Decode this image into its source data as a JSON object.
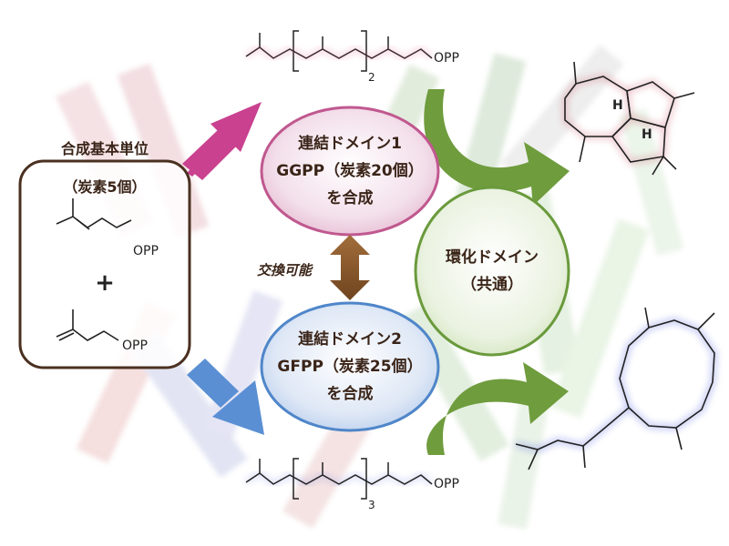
{
  "left_box": {
    "title_line1": "合成基本単位",
    "title_line2": "（炭素5個）",
    "opp_top": "OPP",
    "plus": "+",
    "opp_bottom": "OPP"
  },
  "domain1": {
    "line1": "連結ドメイン1",
    "line2": "GGPP（炭素20個）",
    "line3": "を合成",
    "color": "#c0588f"
  },
  "domain2": {
    "line1": "連結ドメイン2",
    "line2": "GFPP（炭素25個）",
    "line3": "を合成",
    "color": "#4f86c9"
  },
  "cyclization_domain": {
    "line1": "環化ドメイン",
    "line2": "（共通）",
    "color": "#6a9a3c"
  },
  "exchange_label": "交換可能",
  "ggpp_structure": {
    "opp": "OPP",
    "repeat": "2"
  },
  "gfpp_structure": {
    "opp": "OPP",
    "repeat": "3"
  },
  "product_top": {
    "h1": "H",
    "h2": "H"
  },
  "colors": {
    "pink_arrow": "#c9418f",
    "blue_arrow": "#5b8fd4",
    "green_arrow": "#6f9c3d",
    "brown": "#4a3020",
    "exchange_arrow": "#8b5a2b"
  }
}
